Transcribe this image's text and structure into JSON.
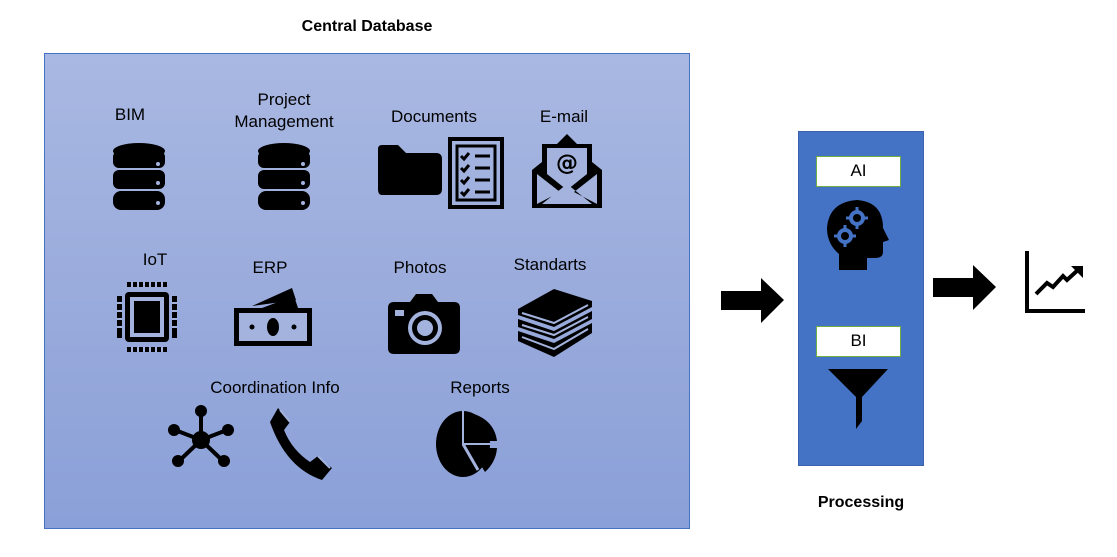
{
  "central_database": {
    "title": "Central Database",
    "items": [
      {
        "label": "BIM",
        "icon": "database-icon"
      },
      {
        "label_line1": "Project",
        "label_line2": "Management",
        "icon": "database-icon"
      },
      {
        "label": "Documents",
        "icons": [
          "folder-icon",
          "checklist-icon"
        ]
      },
      {
        "label": "E-mail",
        "icon": "email-icon"
      },
      {
        "label": "IoT",
        "icon": "chip-icon"
      },
      {
        "label": "ERP",
        "icon": "money-icon"
      },
      {
        "label": "Photos",
        "icon": "camera-icon"
      },
      {
        "label": "Standarts",
        "icon": "books-icon"
      },
      {
        "label": "Coordination Info",
        "icons": [
          "network-icon",
          "phone-icon"
        ]
      },
      {
        "label": "Reports",
        "icon": "pie-chart-icon"
      }
    ]
  },
  "processing": {
    "title": "Processing",
    "ai_label": "AI",
    "bi_label": "BI",
    "icons": [
      "head-gears-icon",
      "funnel-icon"
    ]
  },
  "output": {
    "icon": "trend-chart-icon"
  },
  "colors": {
    "database_fill": "#a0b2df",
    "database_border": "#4472c4",
    "processing_fill": "#4472c4",
    "tag_border": "#70ad47"
  }
}
